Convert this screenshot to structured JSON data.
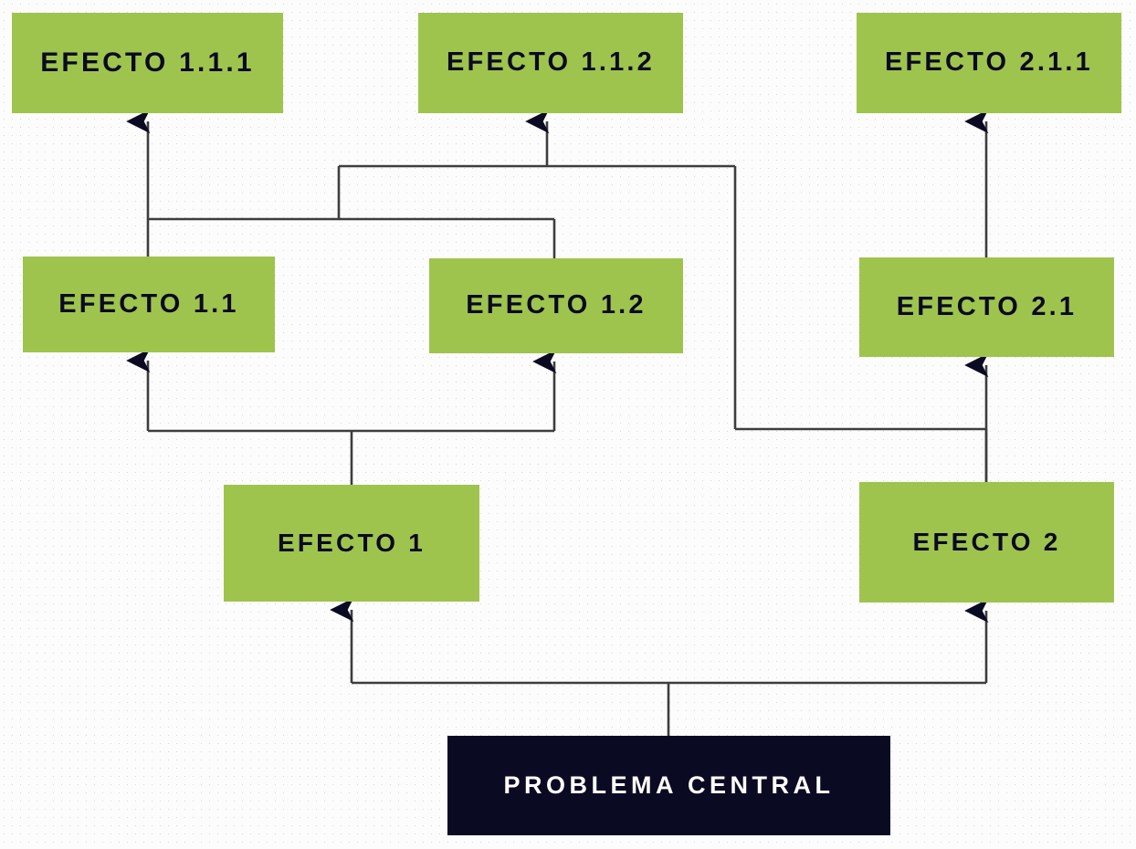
{
  "diagram": {
    "type": "problem-tree",
    "title_text": "",
    "colors": {
      "effect_box": "#9fc44d",
      "effect_text": "#0a0a23",
      "problem_box": "#0a0a23",
      "problem_text": "#ffffff",
      "connector_line": "#3d3d3d",
      "background": "#fcfcfc"
    },
    "nodes": [
      {
        "id": "efecto-111",
        "label": "EFECTO 1.1.1",
        "tier": "top",
        "kind": "effect"
      },
      {
        "id": "efecto-112",
        "label": "EFECTO 1.1.2",
        "tier": "top",
        "kind": "effect"
      },
      {
        "id": "efecto-211",
        "label": "EFECTO 2.1.1",
        "tier": "top",
        "kind": "effect"
      },
      {
        "id": "efecto-11",
        "label": "EFECTO 1.1",
        "tier": "middle",
        "kind": "effect"
      },
      {
        "id": "efecto-12",
        "label": "EFECTO 1.2",
        "tier": "middle",
        "kind": "effect"
      },
      {
        "id": "efecto-21",
        "label": "EFECTO 2.1",
        "tier": "middle",
        "kind": "effect"
      },
      {
        "id": "efecto-1",
        "label": "EFECTO 1",
        "tier": "lower",
        "kind": "effect"
      },
      {
        "id": "efecto-2",
        "label": "EFECTO 2",
        "tier": "lower",
        "kind": "effect"
      },
      {
        "id": "problema-central",
        "label": "PROBLEMA CENTRAL",
        "tier": "root",
        "kind": "problem"
      }
    ],
    "edges": [
      {
        "from": "efecto-11",
        "to": "efecto-111",
        "arrow": "up"
      },
      {
        "from": "efecto-11",
        "to": "efecto-112",
        "arrow": "up"
      },
      {
        "from": "efecto-12",
        "to": "efecto-112",
        "arrow": "up"
      },
      {
        "from": "efecto-21",
        "to": "efecto-211",
        "arrow": "up"
      },
      {
        "from": "efecto-1",
        "to": "efecto-11",
        "arrow": "up"
      },
      {
        "from": "efecto-1",
        "to": "efecto-12",
        "arrow": "up"
      },
      {
        "from": "efecto-2",
        "to": "efecto-21",
        "arrow": "up"
      },
      {
        "from": "efecto-12",
        "to": "efecto-2",
        "arrow": "up"
      },
      {
        "from": "problema-central",
        "to": "efecto-1",
        "arrow": "up"
      },
      {
        "from": "problema-central",
        "to": "efecto-2",
        "arrow": "up"
      }
    ]
  }
}
